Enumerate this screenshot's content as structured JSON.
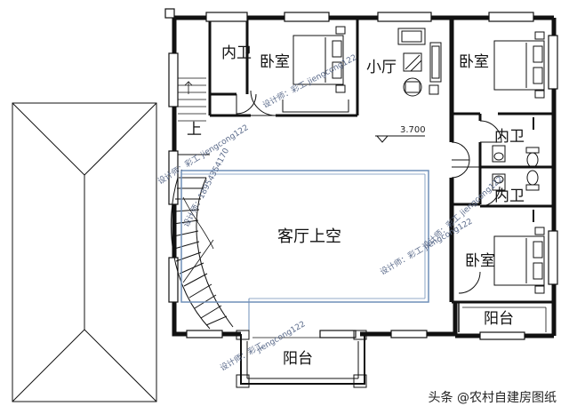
{
  "rooms": {
    "inner_bath_top": "内卫",
    "bedroom_top": "卧室",
    "small_hall": "小厅",
    "bedroom_right": "卧室",
    "inner_bath_right_1": "内卫",
    "inner_bath_right_2": "内卫",
    "living_void": "客厅上空",
    "bedroom_lower_right": "卧室",
    "balcony_right": "阳台",
    "balcony_bottom": "阳台"
  },
  "stair_up_label": "上",
  "elevation": "3.700",
  "watermarks": {
    "top": "设计师：彩工 jiengcong122",
    "left": "设计师：彩工 jiengcong122",
    "stair": "设计师：18954354170",
    "center": "设计师：彩工 jiengcong122",
    "right": "设计师：彩工 jiengcong122",
    "bottom_a": "jiengcong122",
    "bottom_b": "设计师：彩工"
  },
  "credit": {
    "icon": "camera-icon",
    "text": "头条 @农村自建房图纸"
  },
  "colors": {
    "wall": "#111111",
    "void_outline": "#6f8fb8",
    "watermark": "#5a6a8a"
  }
}
